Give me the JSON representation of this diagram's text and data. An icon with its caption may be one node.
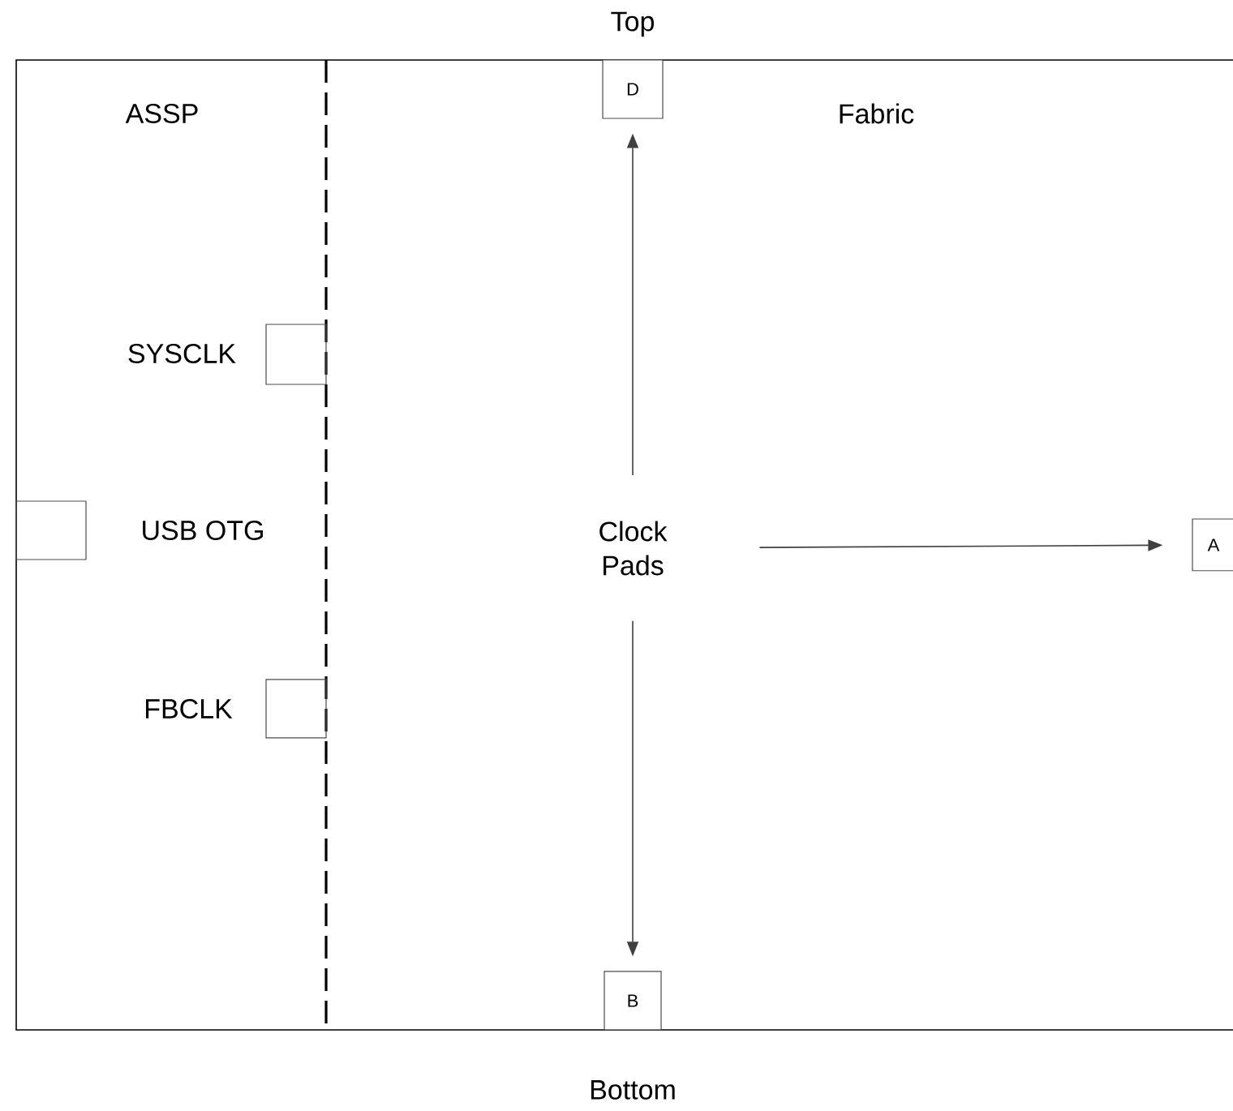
{
  "diagram": {
    "nodes": [
      {
        "text": [
          "D"
        ]
      },
      {
        "text": [],
        "shape": "box",
        "beside": [
          "SYSCLK"
        ]
      },
      {
        "text": [],
        "shape": "box",
        "beside": [
          "USB OTG"
        ]
      },
      {
        "text": [
          "Clock Pads"
        ]
      },
      {
        "text": [
          "A"
        ]
      },
      {
        "text": [],
        "shape": "box",
        "beside": [
          "FBCLK"
        ]
      },
      {
        "text": [
          "B"
        ]
      }
    ],
    "edges": [
      {
        "from": 3,
        "to": 0,
        "arrow": "to"
      },
      {
        "from": 3,
        "to": 4,
        "arrow": "to"
      },
      {
        "from": 3,
        "to": 6,
        "arrow": "to"
      }
    ],
    "labels": [
      "Top",
      "ASSP",
      "Fabric",
      "Bottom"
    ]
  }
}
